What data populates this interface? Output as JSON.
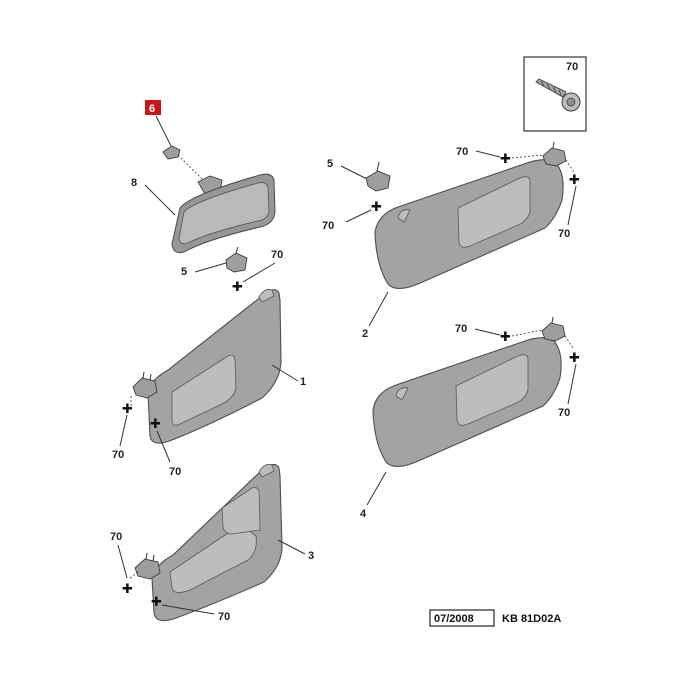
{
  "callouts": {
    "mirror": "8",
    "mirror_clip": "6",
    "visor_left": "1",
    "visor_left_alt": "3",
    "visor_right": "2",
    "visor_right_alt": "4",
    "clip": "5",
    "screw": "70"
  },
  "highlight_color": "#c8151b",
  "footer": {
    "date": "07/2008",
    "reference": "KB 81D02A"
  }
}
